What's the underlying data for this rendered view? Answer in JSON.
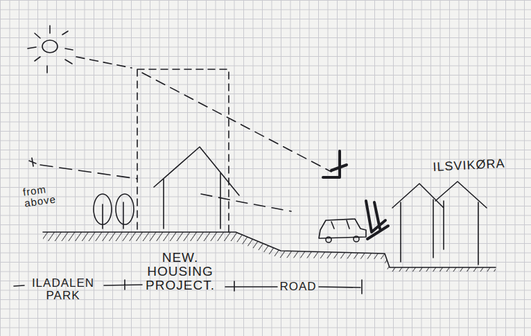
{
  "diagram": {
    "labels": [
      "from above",
      "ILSVIKØRA",
      "NEW. HOUSING PROJECT.",
      "ILADALEN PARK",
      "ROAD"
    ]
  }
}
